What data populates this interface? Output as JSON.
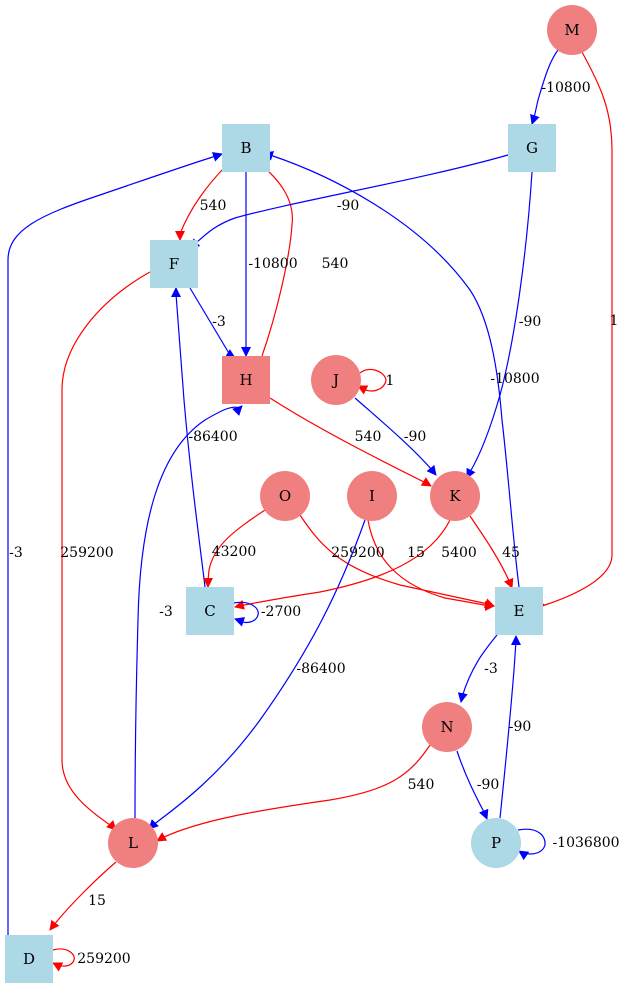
{
  "colors": {
    "salmon": "#f08080",
    "lightblue": "#add8e6",
    "red": "#ff0000",
    "blue": "#0000ff"
  },
  "nodes": [
    {
      "id": "M",
      "shape": "circle",
      "fill": "salmon"
    },
    {
      "id": "B",
      "shape": "box",
      "fill": "lightblue"
    },
    {
      "id": "G",
      "shape": "box",
      "fill": "lightblue"
    },
    {
      "id": "F",
      "shape": "box",
      "fill": "lightblue"
    },
    {
      "id": "H",
      "shape": "box",
      "fill": "salmon"
    },
    {
      "id": "J",
      "shape": "circle",
      "fill": "salmon"
    },
    {
      "id": "O",
      "shape": "circle",
      "fill": "salmon"
    },
    {
      "id": "I",
      "shape": "circle",
      "fill": "salmon"
    },
    {
      "id": "K",
      "shape": "circle",
      "fill": "salmon"
    },
    {
      "id": "C",
      "shape": "box",
      "fill": "lightblue"
    },
    {
      "id": "E",
      "shape": "box",
      "fill": "lightblue"
    },
    {
      "id": "N",
      "shape": "circle",
      "fill": "salmon"
    },
    {
      "id": "L",
      "shape": "circle",
      "fill": "salmon"
    },
    {
      "id": "P",
      "shape": "circle",
      "fill": "lightblue"
    },
    {
      "id": "D",
      "shape": "box",
      "fill": "lightblue"
    }
  ],
  "edges": [
    {
      "from": "M",
      "to": "G",
      "label": "-10800",
      "color": "blue"
    },
    {
      "from": "M",
      "to": "E",
      "label": "1",
      "color": "red"
    },
    {
      "from": "B",
      "to": "F",
      "label": "540",
      "color": "red"
    },
    {
      "from": "B",
      "to": "H",
      "label": "-10800",
      "color": "blue"
    },
    {
      "from": "H",
      "to": "B",
      "label": "540",
      "color": "red"
    },
    {
      "from": "G",
      "to": "F",
      "label": "-90",
      "color": "blue"
    },
    {
      "from": "G",
      "to": "K",
      "label": "-90",
      "color": "blue"
    },
    {
      "from": "E",
      "to": "B",
      "label": "-10800",
      "color": "blue"
    },
    {
      "from": "F",
      "to": "H",
      "label": "-3",
      "color": "blue"
    },
    {
      "from": "F",
      "to": "L",
      "label": "259200",
      "color": "red"
    },
    {
      "from": "C",
      "to": "F",
      "label": "-86400",
      "color": "blue"
    },
    {
      "from": "J",
      "to": "J",
      "label": "1",
      "color": "red"
    },
    {
      "from": "J",
      "to": "K",
      "label": "-90",
      "color": "blue"
    },
    {
      "from": "H",
      "to": "K",
      "label": "540",
      "color": "red"
    },
    {
      "from": "L",
      "to": "H",
      "label": "-3",
      "color": "blue"
    },
    {
      "from": "O",
      "to": "C",
      "label": "43200",
      "color": "red"
    },
    {
      "from": "O",
      "to": "E",
      "label": "259200",
      "color": "red"
    },
    {
      "from": "I",
      "to": "E",
      "label": "15",
      "color": "red"
    },
    {
      "from": "I",
      "to": "L",
      "label": "-86400",
      "color": "blue"
    },
    {
      "from": "K",
      "to": "C",
      "label": "5400",
      "color": "red"
    },
    {
      "from": "K",
      "to": "E",
      "label": "45",
      "color": "red"
    },
    {
      "from": "C",
      "to": "C",
      "label": "-2700",
      "color": "blue"
    },
    {
      "from": "E",
      "to": "N",
      "label": "-3",
      "color": "blue"
    },
    {
      "from": "P",
      "to": "E",
      "label": "-90",
      "color": "blue"
    },
    {
      "from": "N",
      "to": "L",
      "label": "540",
      "color": "red"
    },
    {
      "from": "N",
      "to": "P",
      "label": "-90",
      "color": "blue"
    },
    {
      "from": "P",
      "to": "P",
      "label": "-1036800",
      "color": "blue"
    },
    {
      "from": "L",
      "to": "D",
      "label": "15",
      "color": "red"
    },
    {
      "from": "D",
      "to": "D",
      "label": "259200",
      "color": "red"
    },
    {
      "from": "D",
      "to": "B",
      "label": "-3",
      "color": "blue"
    }
  ]
}
